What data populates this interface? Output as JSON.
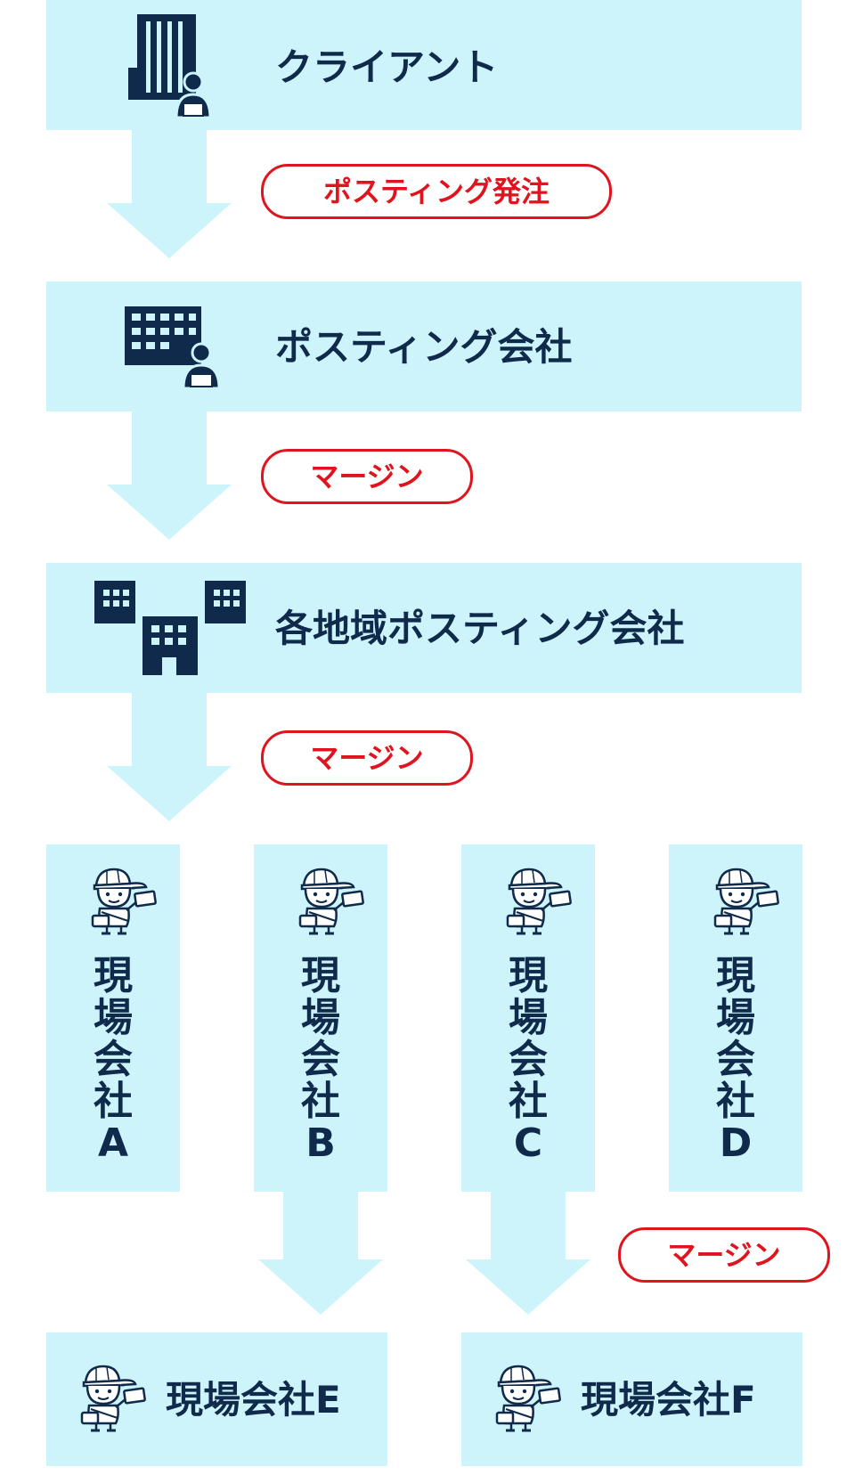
{
  "colors": {
    "box": "#cdf4fb",
    "text": "#0f2a4a",
    "accent": "#e0141e"
  },
  "nodes": {
    "client": {
      "label": "クライアント",
      "icon": "office-building-with-person-icon"
    },
    "posting_company": {
      "label": "ポスティング会社",
      "icon": "company-building-with-person-icon"
    },
    "regional_posting": {
      "label": "各地域ポスティング会社",
      "icon": "multiple-buildings-icon"
    },
    "site_a": {
      "chars": [
        "現",
        "場",
        "会",
        "社",
        "A"
      ],
      "icon": "delivery-worker-icon"
    },
    "site_b": {
      "chars": [
        "現",
        "場",
        "会",
        "社",
        "B"
      ],
      "icon": "delivery-worker-icon"
    },
    "site_c": {
      "chars": [
        "現",
        "場",
        "会",
        "社",
        "C"
      ],
      "icon": "delivery-worker-icon"
    },
    "site_d": {
      "chars": [
        "現",
        "場",
        "会",
        "社",
        "D"
      ],
      "icon": "delivery-worker-icon"
    },
    "site_e": {
      "label": "現場会社E",
      "icon": "delivery-worker-icon"
    },
    "site_f": {
      "label": "現場会社F",
      "icon": "delivery-worker-icon"
    }
  },
  "edges": {
    "order": "ポスティング発注",
    "margin_1": "マージン",
    "margin_2": "マージン",
    "margin_3": "マージン"
  }
}
